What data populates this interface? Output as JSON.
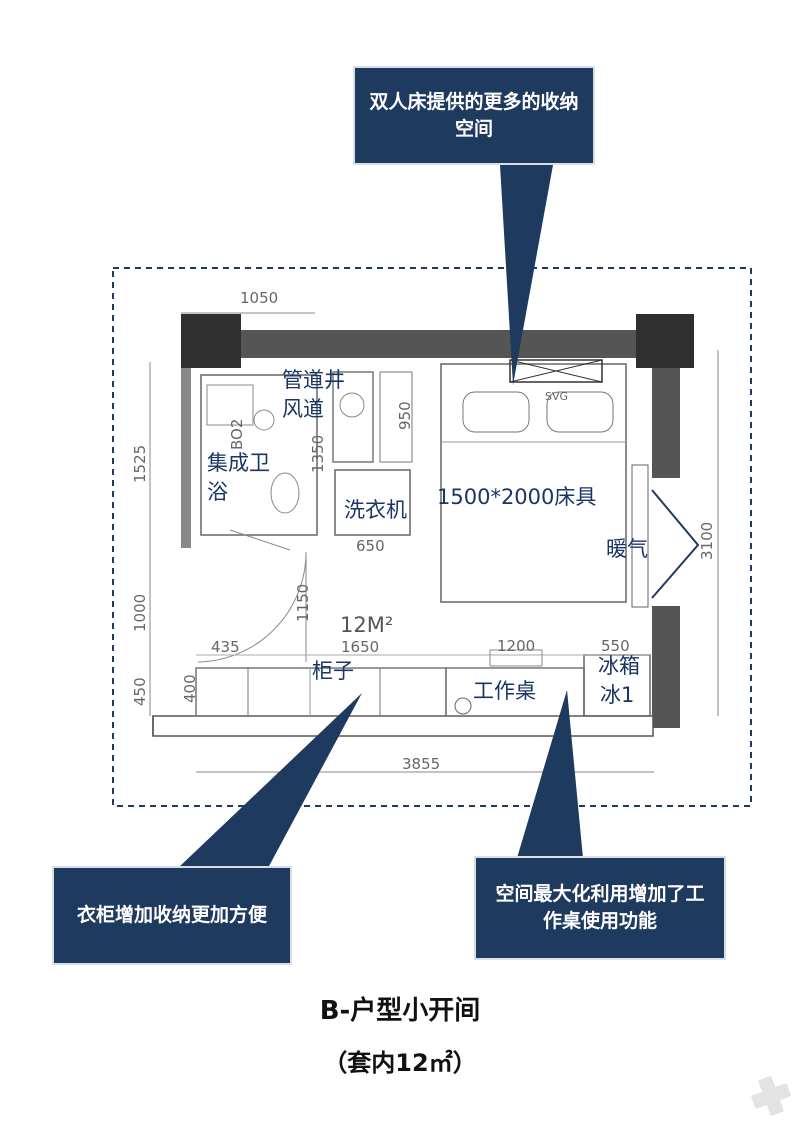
{
  "callouts": {
    "bed": "双人床提供的更多的收纳空间",
    "wardrobe": "衣柜增加收纳更加方便",
    "desk": "空间最大化利用增加了工作桌使用功能"
  },
  "caption": {
    "title": "B-户型小开间",
    "subtitle": "（套内12㎡）"
  },
  "rooms": {
    "pipe_well": "管道井",
    "air_duct": "风道",
    "bathroom": "集成卫",
    "bathroom2": "浴",
    "washer": "洗衣机",
    "bed": "1500*2000床具",
    "heater": "暖气",
    "area": "12M²",
    "cabinet": "柜子",
    "desk": "工作桌",
    "fridge": "冰箱",
    "fridge_code": "冰1",
    "bath_code": "BO2",
    "heater_code": "SVG"
  },
  "dimensions": {
    "top_left": "1050",
    "h_1525": "1525",
    "h_1000": "1000",
    "h_450": "450",
    "h_400": "400",
    "v_1350": "1350",
    "v_950": "950",
    "w_650": "650",
    "v_1150": "1150",
    "w_435": "435",
    "w_1650": "1650",
    "w_1200": "1200",
    "w_550": "550",
    "total": "3855",
    "right": "3100"
  },
  "colors": {
    "callout_bg": "#1e3a5f",
    "wall": "#555555",
    "label": "#1a3566"
  }
}
